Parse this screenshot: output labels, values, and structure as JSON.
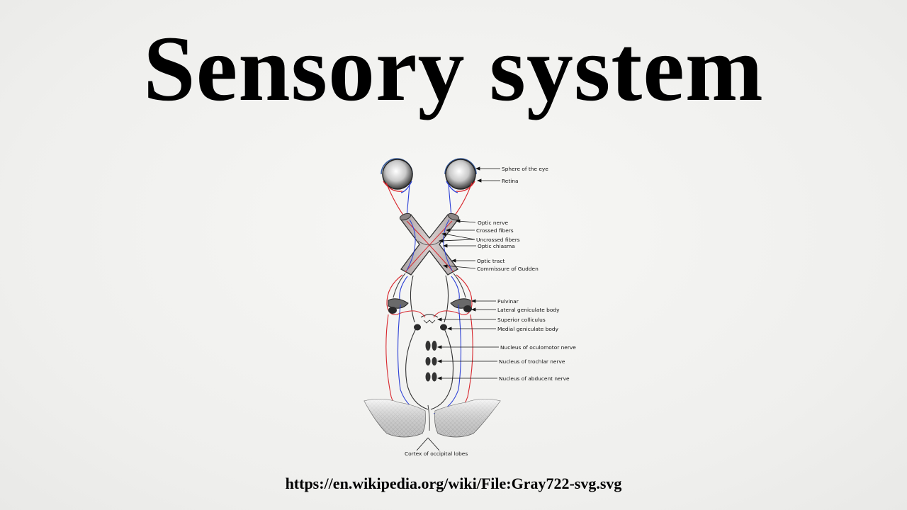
{
  "title": "Sensory system",
  "source_url": "https://en.wikipedia.org/wiki/File:Gray722-svg.svg",
  "diagram": {
    "labels": {
      "sphere_of_eye": "Sphere of the eye",
      "retina": "Retina",
      "optic_nerve": "Optic nerve",
      "crossed_fibers": "Crossed fibers",
      "uncrossed_fibers": "Uncrossed fibers",
      "optic_chiasma": "Optic chiasma",
      "optic_tract": "Optic tract",
      "commissure_gudden": "Commissure of Gudden",
      "pulvinar": "Pulvinar",
      "lateral_geniculate": "Lateral geniculate body",
      "superior_colliculus": "Superior colliculus",
      "medial_geniculate": "Medial geniculate body",
      "nucleus_oculomotor": "Nucleus of oculomotor nerve",
      "nucleus_trochlar": "Nucleus of trochlar nerve",
      "nucleus_abducent": "Nucleus of abducent nerve",
      "cortex_occipital": "Cortex of occipital lobes"
    },
    "colors": {
      "crossed_fiber": "#d8272d",
      "uncrossed_fiber": "#2b3fd6",
      "nerve_fill": "#c4b8b8"
    }
  }
}
